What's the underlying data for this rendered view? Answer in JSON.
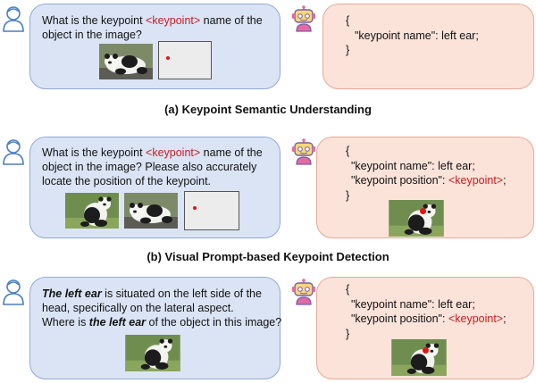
{
  "panel_a": {
    "question": {
      "line1_pre": "What is the keypoint ",
      "token": "<keypoint>",
      "line1_post": " name of the",
      "line2": "object in the image?"
    },
    "answer": {
      "open": "{",
      "line": "\"keypoint name\": left ear;",
      "close": "}"
    },
    "caption": "(a) Keypoint Semantic Understanding"
  },
  "panel_b": {
    "question": {
      "line1_pre": "What is the keypoint ",
      "token": "<keypoint>",
      "line1_post": " name of the",
      "line2": "object in the image? Please also accurately",
      "line3": "locate the position of the keypoint."
    },
    "answer": {
      "open": "{",
      "line1": "\"keypoint name\": left ear;",
      "line2_pre": "\"keypoint position\": ",
      "token": "<keypoint>",
      "line2_post": ";",
      "close": "}"
    },
    "caption": "(b) Visual Prompt-based Keypoint Detection"
  },
  "panel_c": {
    "question": {
      "em1": "The left ear",
      "line1_post": " is situated on the left side of the",
      "line2": "head, specifically on the lateral aspect.",
      "line3_pre": "Where is ",
      "em2": "the left ear",
      "line3_post": " of the object in this image?"
    },
    "answer": {
      "open": "{",
      "line1": "\"keypoint name\": left ear;",
      "line2_pre": "\"keypoint position\": ",
      "token": "<keypoint>",
      "line2_post": ";",
      "close": "}"
    }
  },
  "icons": {
    "user": "person-icon",
    "assistant": "robot-icon"
  },
  "colors": {
    "question_fill": "#dbe4f5",
    "question_border": "#8fa9d6",
    "answer_fill": "#fbe3da",
    "answer_border": "#e9a994",
    "keypoint_token": "#c81e1e"
  }
}
